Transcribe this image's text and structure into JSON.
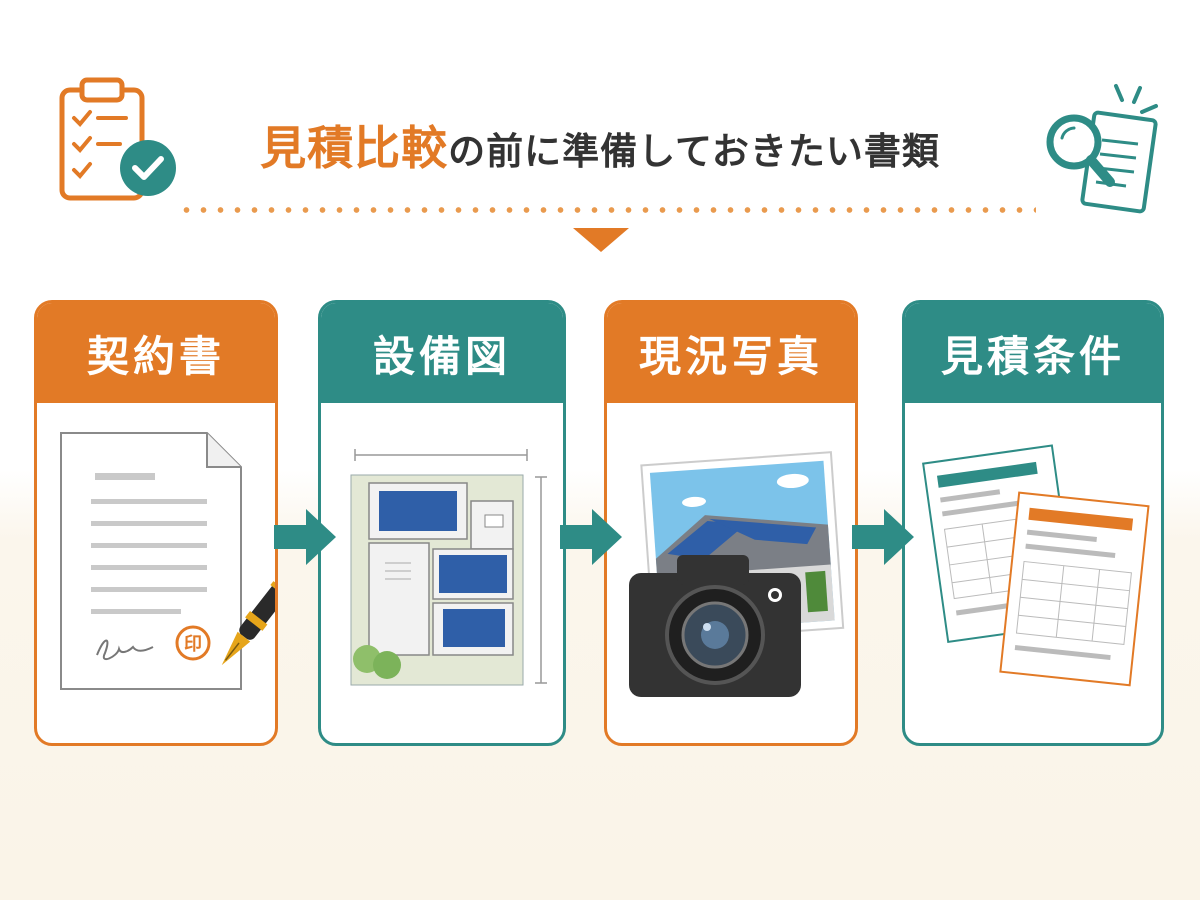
{
  "title": {
    "accent": "見積比較",
    "rest": "の前に準備しておきたい書類"
  },
  "cards": [
    {
      "label": "契約書",
      "color": "#e27a26",
      "stamp": "印",
      "icon": "contract-document-icon"
    },
    {
      "label": "設備図",
      "color": "#2e8c86",
      "icon": "floor-plan-icon"
    },
    {
      "label": "現況写真",
      "color": "#e27a26",
      "icon": "camera-photo-icon"
    },
    {
      "label": "見積条件",
      "color": "#2e8c86",
      "icon": "quote-forms-icon"
    }
  ],
  "colors": {
    "orange": "#e27a26",
    "teal": "#2e8c86",
    "dark": "#333333"
  }
}
